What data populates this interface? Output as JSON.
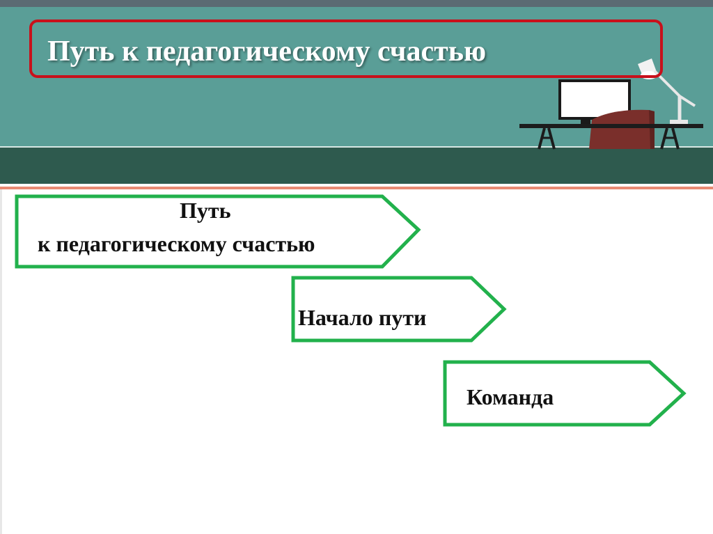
{
  "slide": {
    "title": "Путь к педагогическому счастью",
    "steps": [
      {
        "line1": "Путь",
        "line2": "к педагогическому счастью"
      },
      {
        "label": "Начало пути"
      },
      {
        "label": "Команда"
      }
    ]
  },
  "colors": {
    "header_band": "#5a9e97",
    "dark_band": "#2e5a4e",
    "title_border": "#c8101b",
    "arrow_border": "#22b14c",
    "accent_line": "#e98a73"
  },
  "icons": [
    "desk-icon",
    "monitor-icon",
    "chair-icon",
    "desk-lamp-icon"
  ]
}
